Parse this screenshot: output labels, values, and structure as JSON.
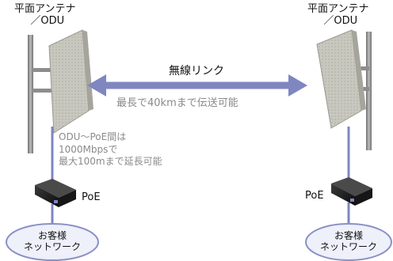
{
  "left": {
    "antenna_label_line1": "平面アンテナ",
    "antenna_label_line2": "／ODU",
    "poe_label": "PoE",
    "network_label_line1": "お客様",
    "network_label_line2": "ネットワーク"
  },
  "right": {
    "antenna_label_line1": "平面アンテナ",
    "antenna_label_line2": "／ODU",
    "poe_label": "PoE",
    "network_label_line1": "お客様",
    "network_label_line2": "ネットワーク"
  },
  "link": {
    "title": "無線リンク",
    "distance": "最長で40kmまで伝送可能"
  },
  "cable_note": {
    "line1": "ODU～PoE間は",
    "line2": "1000Mbpsで",
    "line3": "最大100mまで延長可能"
  },
  "colors": {
    "cable": "#7f86c0",
    "arrow": "#7f86c0",
    "network_ellipse_stroke": "#8a90c6",
    "network_ellipse_fill": "#eef0fa",
    "antenna_panel": "#c9c9c0",
    "pole": "#9a9a9a",
    "poe_body": "#1e1e1e"
  }
}
